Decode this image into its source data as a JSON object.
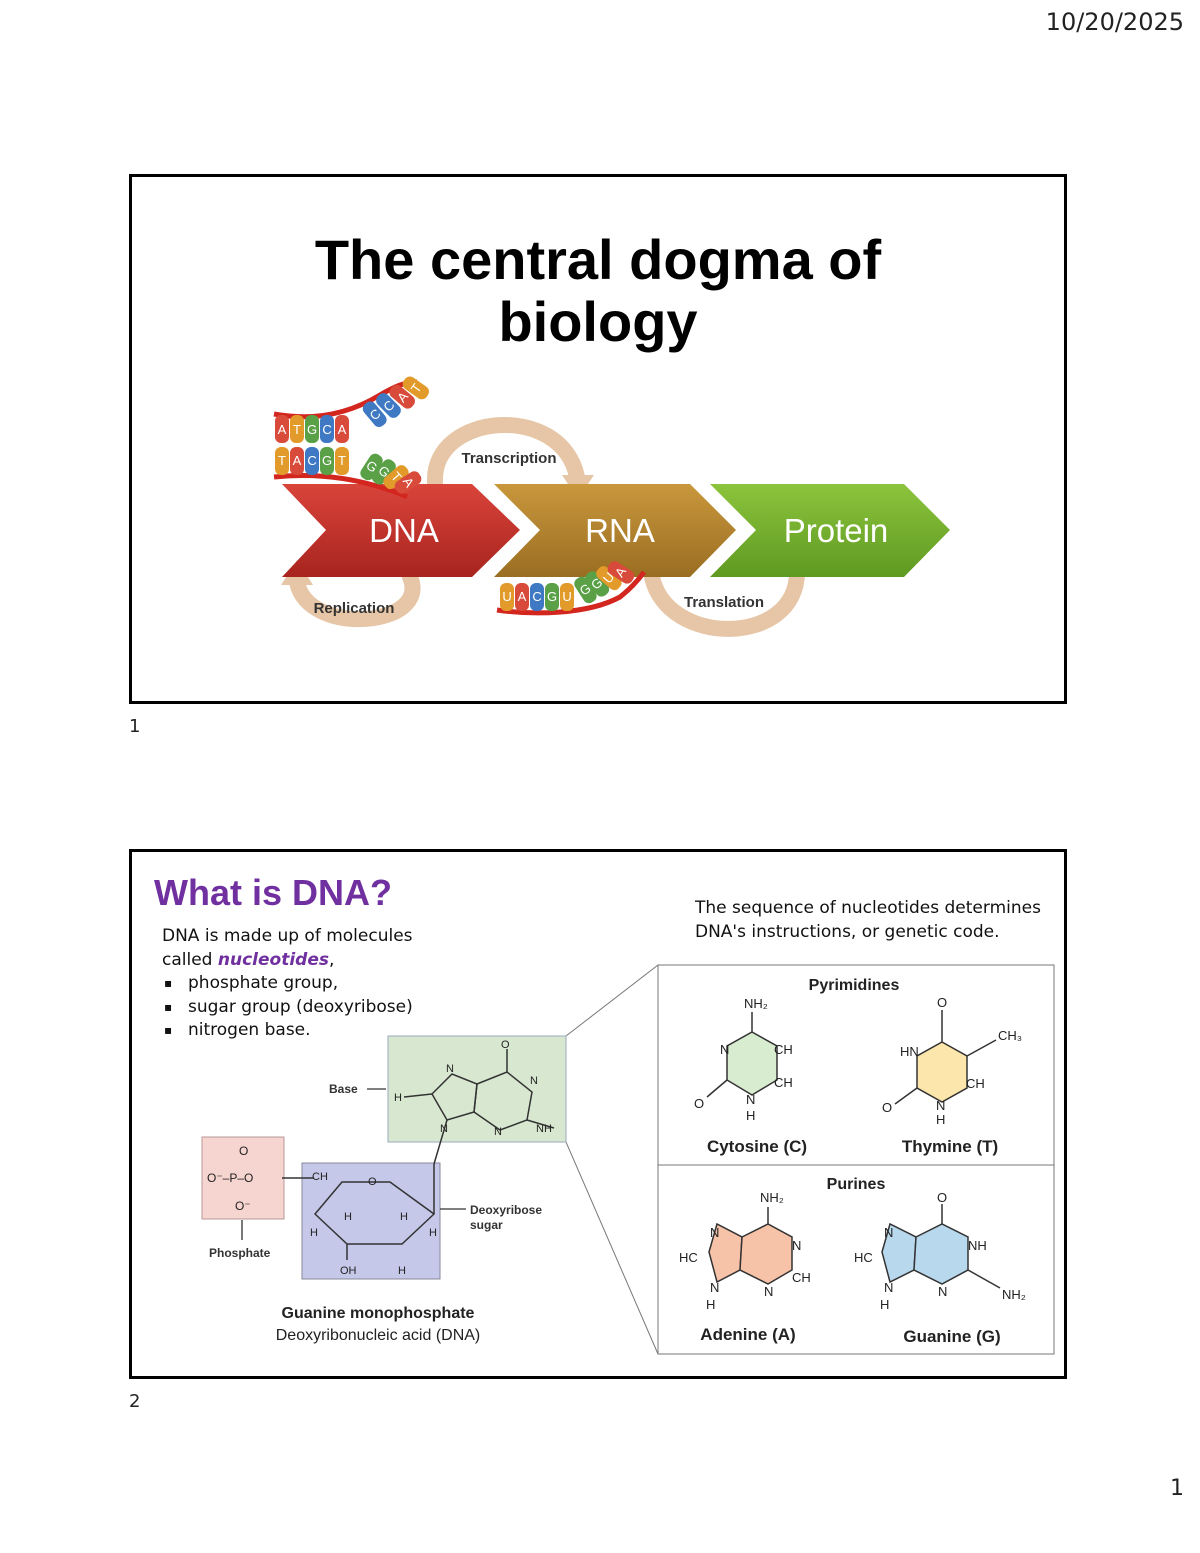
{
  "header": {
    "date": "10/20/2025"
  },
  "footer": {
    "page_number": "1"
  },
  "slide1": {
    "number": "1",
    "title_line1": "The central dogma of",
    "title_line2": "biology",
    "diagram": {
      "dna": "DNA",
      "rna": "RNA",
      "protein": "Protein",
      "transcription": "Transcription",
      "replication": "Replication",
      "translation": "Translation",
      "dna_top_strand": [
        "A",
        "T",
        "G",
        "C",
        "A",
        "C",
        "C",
        "A",
        "T"
      ],
      "dna_bottom_strand": [
        "T",
        "A",
        "C",
        "G",
        "T",
        "G",
        "G",
        "T",
        "A"
      ],
      "rna_strand": [
        "U",
        "A",
        "C",
        "G",
        "U",
        "G",
        "G",
        "U",
        "A"
      ],
      "colors": {
        "dna": "#c0302a",
        "rna": "#b8862e",
        "protein": "#78b030",
        "arrow": "#e8c9a8"
      }
    }
  },
  "slide2": {
    "number": "2",
    "title": "What is DNA?",
    "intro_line1": "DNA is made up of molecules",
    "intro_called": "called ",
    "intro_term": "nucleotides",
    "intro_comma": ",",
    "bullets": [
      "phosphate group,",
      "sugar group (deoxyribose)",
      "nitrogen base."
    ],
    "sequence_text_line1": "The sequence of nucleotides determines",
    "sequence_text_line2": "DNA's instructions, or genetic code.",
    "labels": {
      "base": "Base",
      "phosphate": "Phosphate",
      "deoxyribose_line1": "Deoxyribose",
      "deoxyribose_line2": "sugar",
      "caption_line1": "Guanine monophosphate",
      "caption_line2": "Deoxyribonucleic acid (DNA)"
    },
    "panel": {
      "pyrimidines": "Pyrimidines",
      "purines": "Purines",
      "cytosine": "Cytosine (C)",
      "thymine": "Thymine (T)",
      "adenine": "Adenine (A)",
      "guanine": "Guanine (G)"
    },
    "colors": {
      "title": "#7030a0",
      "base_box": "#d8e8d0",
      "phosphate_box": "#f6d4cf",
      "sugar_box": "#c6c8ea",
      "cytosine": "#d8ecd0",
      "thymine": "#fde6ac",
      "adenine": "#f6c2a8",
      "guanine": "#b8d8ee"
    }
  }
}
